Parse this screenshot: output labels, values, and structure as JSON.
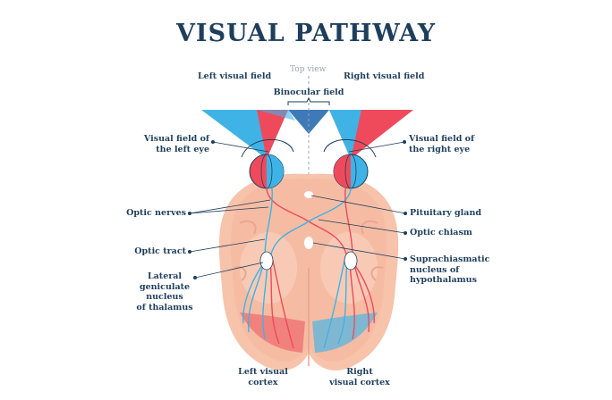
{
  "title": "VISUAL PATHWAY",
  "top_view": "Top view",
  "labels": {
    "left_visual_field": "Left visual field",
    "right_visual_field": "Right visual field",
    "binocular_field": "Binocular field",
    "visual_field_left_eye_1": "Visual field of",
    "visual_field_left_eye_2": "the left eye",
    "visual_field_right_eye_1": "Visual field of",
    "visual_field_right_eye_2": "the right eye",
    "optic_nerves": "Optic nerves",
    "pituitary_gland": "Pituitary gland",
    "optic_chiasm": "Optic chiasm",
    "optic_tract": "Optic tract",
    "scn_1": "Suprachiasmatic",
    "scn_2": "nucleus of",
    "scn_3": "hypothalamus",
    "lgn_1": "Lateral",
    "lgn_2": "geniculate",
    "lgn_3": "nucleus",
    "lgn_4": "of thalamus",
    "left_cortex_1": "Left visual",
    "left_cortex_2": "cortex",
    "right_cortex_1": "Right",
    "right_cortex_2": "visual cortex"
  },
  "colors": {
    "title": "#1e3e5c",
    "red_field": "#ef4a5c",
    "blue_field": "#3fb3e6",
    "brain": "#f7c3ab"
  }
}
